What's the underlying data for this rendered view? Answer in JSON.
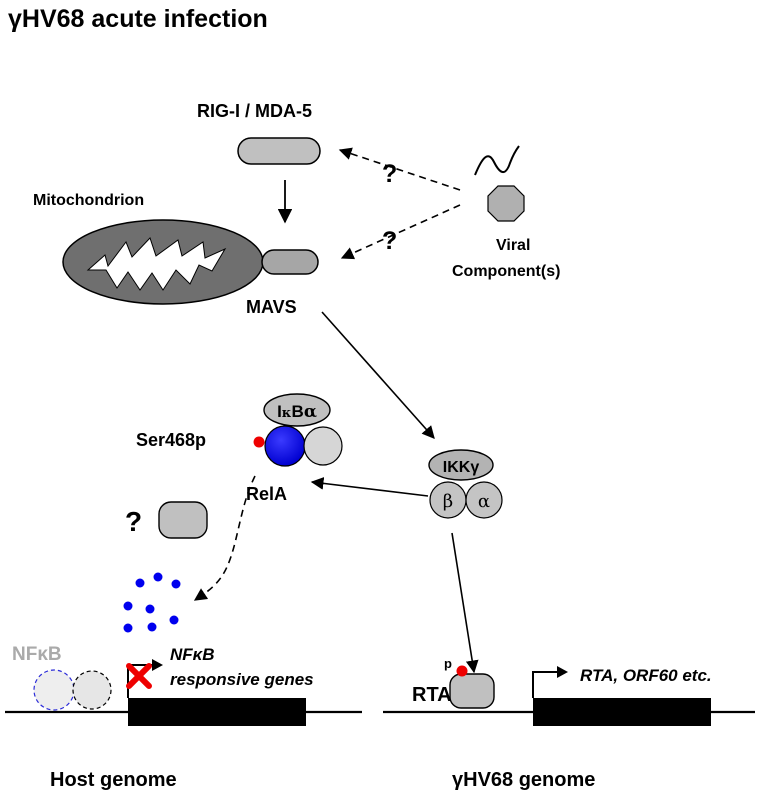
{
  "title": {
    "prefix": "γ",
    "main": "HV68 acute infection"
  },
  "labels": {
    "rig": "RIG-I / MDA-5",
    "mitochondrion": "Mitochondrion",
    "mavs": "MAVS",
    "viral_line1": "Viral",
    "viral_line2": "Component(s)",
    "question": "?",
    "ikba_prefix": "I",
    "ikba_kappa": "κ",
    "ikba_suffix": "B",
    "ikba_alpha": "α",
    "ser468p": "Ser468p",
    "rela": "RelA",
    "ikkg": "IKKγ",
    "beta": "β",
    "alpha": "α",
    "nfkb": "NFκB",
    "nfkb_genes_line1": "NFκB",
    "nfkb_genes_line2": "responsive genes",
    "host_genome": "Host genome",
    "rta": "RTA",
    "p": "p",
    "rta_targets": "RTA, ORF60 etc.",
    "ghv68_genome": "γHV68 genome"
  },
  "colors": {
    "blue": "#0000ee",
    "red": "#ee0000",
    "gray_fill": "#c0c0c0",
    "dark_gray": "#6f6f6f",
    "faded_text": "#aaaaaa"
  }
}
